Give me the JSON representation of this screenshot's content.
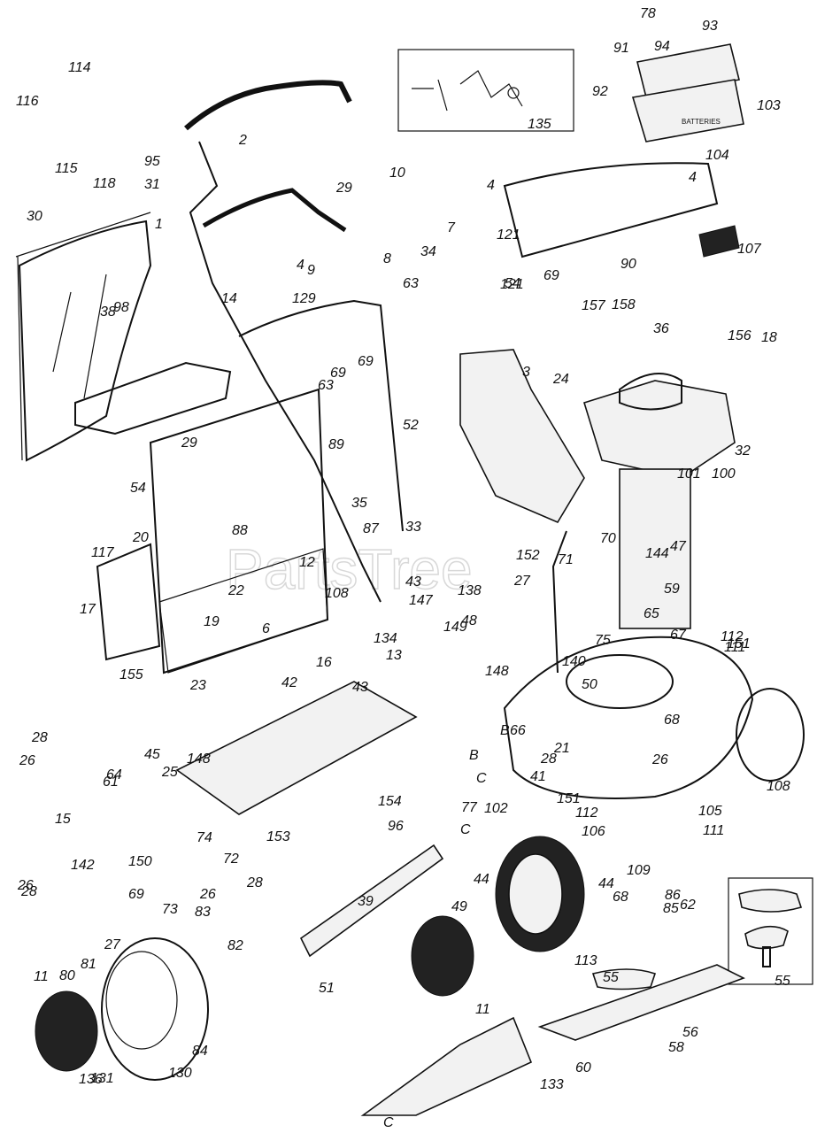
{
  "watermark": "PartsTree",
  "batteries_label": "BATTERIES",
  "part_labels": [
    "1",
    "2",
    "3",
    "4",
    "4",
    "4",
    "6",
    "7",
    "8",
    "9",
    "10",
    "11",
    "11",
    "12",
    "13",
    "14",
    "15",
    "16",
    "17",
    "18",
    "19",
    "20",
    "21",
    "22",
    "23",
    "24",
    "25",
    "26",
    "26",
    "26",
    "26",
    "27",
    "27",
    "28",
    "28",
    "28",
    "28",
    "29",
    "29",
    "30",
    "31",
    "32",
    "33",
    "34",
    "35",
    "36",
    "38",
    "39",
    "41",
    "42",
    "43",
    "43",
    "44",
    "44",
    "45",
    "47",
    "48",
    "49",
    "50",
    "51",
    "52",
    "54",
    "54",
    "55",
    "55",
    "56",
    "58",
    "59",
    "60",
    "61",
    "62",
    "63",
    "63",
    "64",
    "65",
    "66",
    "67",
    "68",
    "68",
    "69",
    "69",
    "69",
    "69",
    "70",
    "71",
    "72",
    "73",
    "74",
    "75",
    "77",
    "78",
    "80",
    "81",
    "82",
    "83",
    "84",
    "85",
    "86",
    "87",
    "88",
    "89",
    "90",
    "91",
    "92",
    "93",
    "94",
    "95",
    "96",
    "98",
    "100",
    "101",
    "102",
    "103",
    "104",
    "105",
    "106",
    "107",
    "108",
    "108",
    "109",
    "111",
    "111",
    "112",
    "112",
    "113",
    "114",
    "115",
    "116",
    "117",
    "118",
    "121",
    "121",
    "129",
    "130",
    "131",
    "133",
    "134",
    "135",
    "136",
    "138",
    "140",
    "142",
    "144",
    "147",
    "148",
    "148",
    "149",
    "150",
    "151",
    "151",
    "152",
    "153",
    "154",
    "155",
    "156",
    "157",
    "158",
    "B",
    "B",
    "C",
    "C",
    "C"
  ]
}
